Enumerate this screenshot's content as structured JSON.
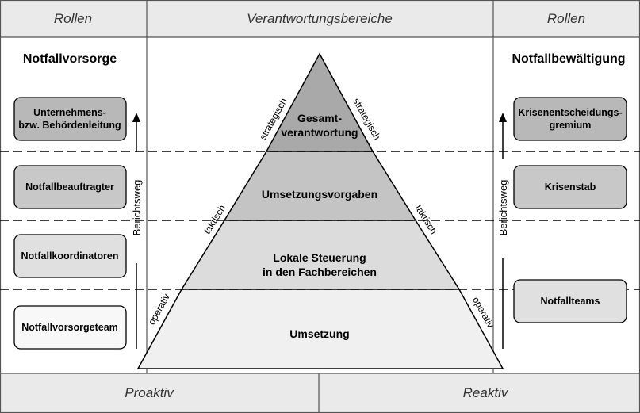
{
  "header": {
    "left": "Rollen",
    "center": "Verantwortungsbereiche",
    "right": "Rollen"
  },
  "left_column": {
    "title": "Notfallvorsorge",
    "arrow_label": "Berichtsweg",
    "boxes": [
      {
        "lines": [
          "Unternehmens-",
          "bzw. Behördenleitung"
        ],
        "fill": "#b8b8b8"
      },
      {
        "lines": [
          "Notfallbeauftragter"
        ],
        "fill": "#c8c8c8"
      },
      {
        "lines": [
          "Notfallkoordinatoren"
        ],
        "fill": "#e0e0e0"
      },
      {
        "lines": [
          "Notfallvorsorgeteam"
        ],
        "fill": "#f8f8f8"
      }
    ]
  },
  "right_column": {
    "title": "Notfallbewältigung",
    "arrow_label": "Berichtsweg",
    "boxes": [
      {
        "lines": [
          "Krisenentscheidungs-",
          "gremium"
        ],
        "fill": "#b8b8b8"
      },
      {
        "lines": [
          "Krisenstab"
        ],
        "fill": "#c8c8c8"
      },
      {
        "lines": [
          "Notfallteams"
        ],
        "fill": "#e0e0e0"
      }
    ]
  },
  "pyramid": {
    "levels": [
      {
        "lines": [
          "Gesamt-",
          "verantwortung"
        ],
        "fill": "#a9a9a9"
      },
      {
        "lines": [
          "Umsetzungsvorgaben"
        ],
        "fill": "#c4c4c4"
      },
      {
        "lines": [
          "Lokale Steuerung",
          "in den Fachbereichen"
        ],
        "fill": "#dcdcdc"
      },
      {
        "lines": [
          "Umsetzung"
        ],
        "fill": "#f0f0f0"
      }
    ],
    "side_labels": {
      "strategic": "strategisch",
      "tactical": "taktisch",
      "operative": "operativ"
    }
  },
  "footer": {
    "left": "Proaktiv",
    "right": "Reaktiv"
  },
  "colors": {
    "header_bg": "#eaeaea",
    "border": "#555555"
  }
}
